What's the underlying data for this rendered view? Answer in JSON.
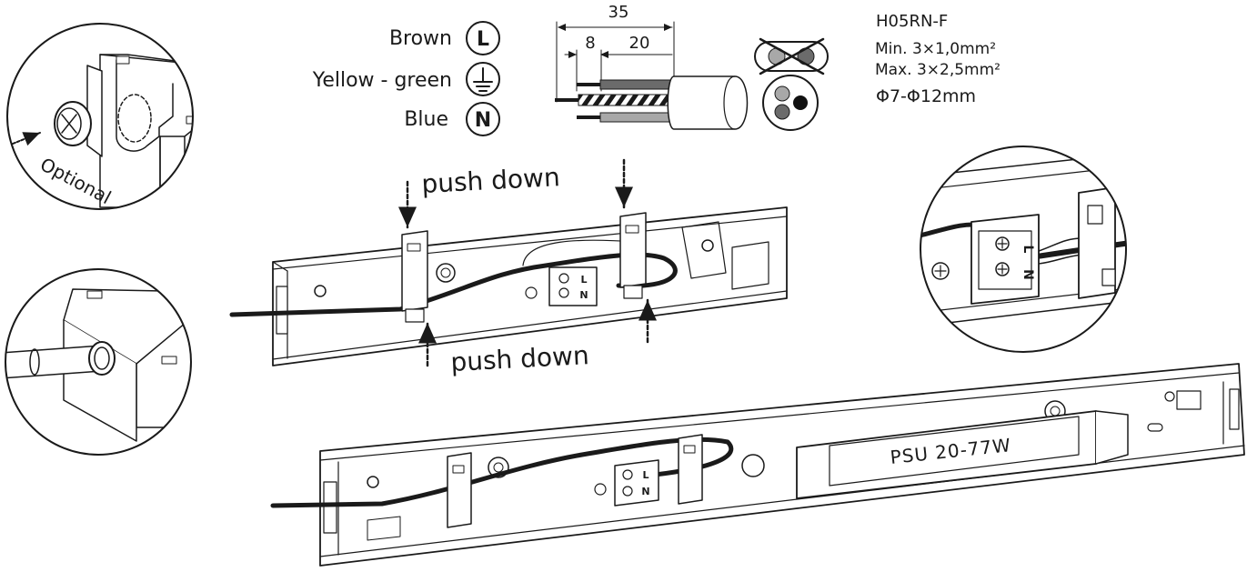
{
  "wiring": {
    "rows": [
      {
        "name": "Brown",
        "symbol": "L"
      },
      {
        "name": "Yellow - green",
        "symbol": "earth"
      },
      {
        "name": "Blue",
        "symbol": "N"
      }
    ]
  },
  "strip": {
    "total": "35",
    "insulation": "8",
    "sheath": "20"
  },
  "cable": {
    "type": "H05RN-F",
    "min": "Min.  3×1,0mm²",
    "max": "Max. 3×2,5mm²",
    "diameter": "Φ7-Φ12mm"
  },
  "labels": {
    "optional": "Optional",
    "push_down_top": "push down",
    "push_down_bottom": "push down",
    "psu": "PSU  20-77W"
  },
  "terminal_marks": {
    "top": [
      "L",
      "N"
    ],
    "zoom": [
      "L",
      "N"
    ],
    "bottom": [
      "L",
      "N"
    ]
  },
  "colors": {
    "line": "#1a1a1a",
    "brown_wire": "#6b6b6b",
    "blue_wire": "#a8a8a8",
    "cable": "#111111"
  },
  "icons": [
    "live-terminal-icon",
    "earth-ground-icon",
    "neutral-terminal-icon",
    "crossed-flat-cable-icon",
    "round-cable-section-icon"
  ]
}
